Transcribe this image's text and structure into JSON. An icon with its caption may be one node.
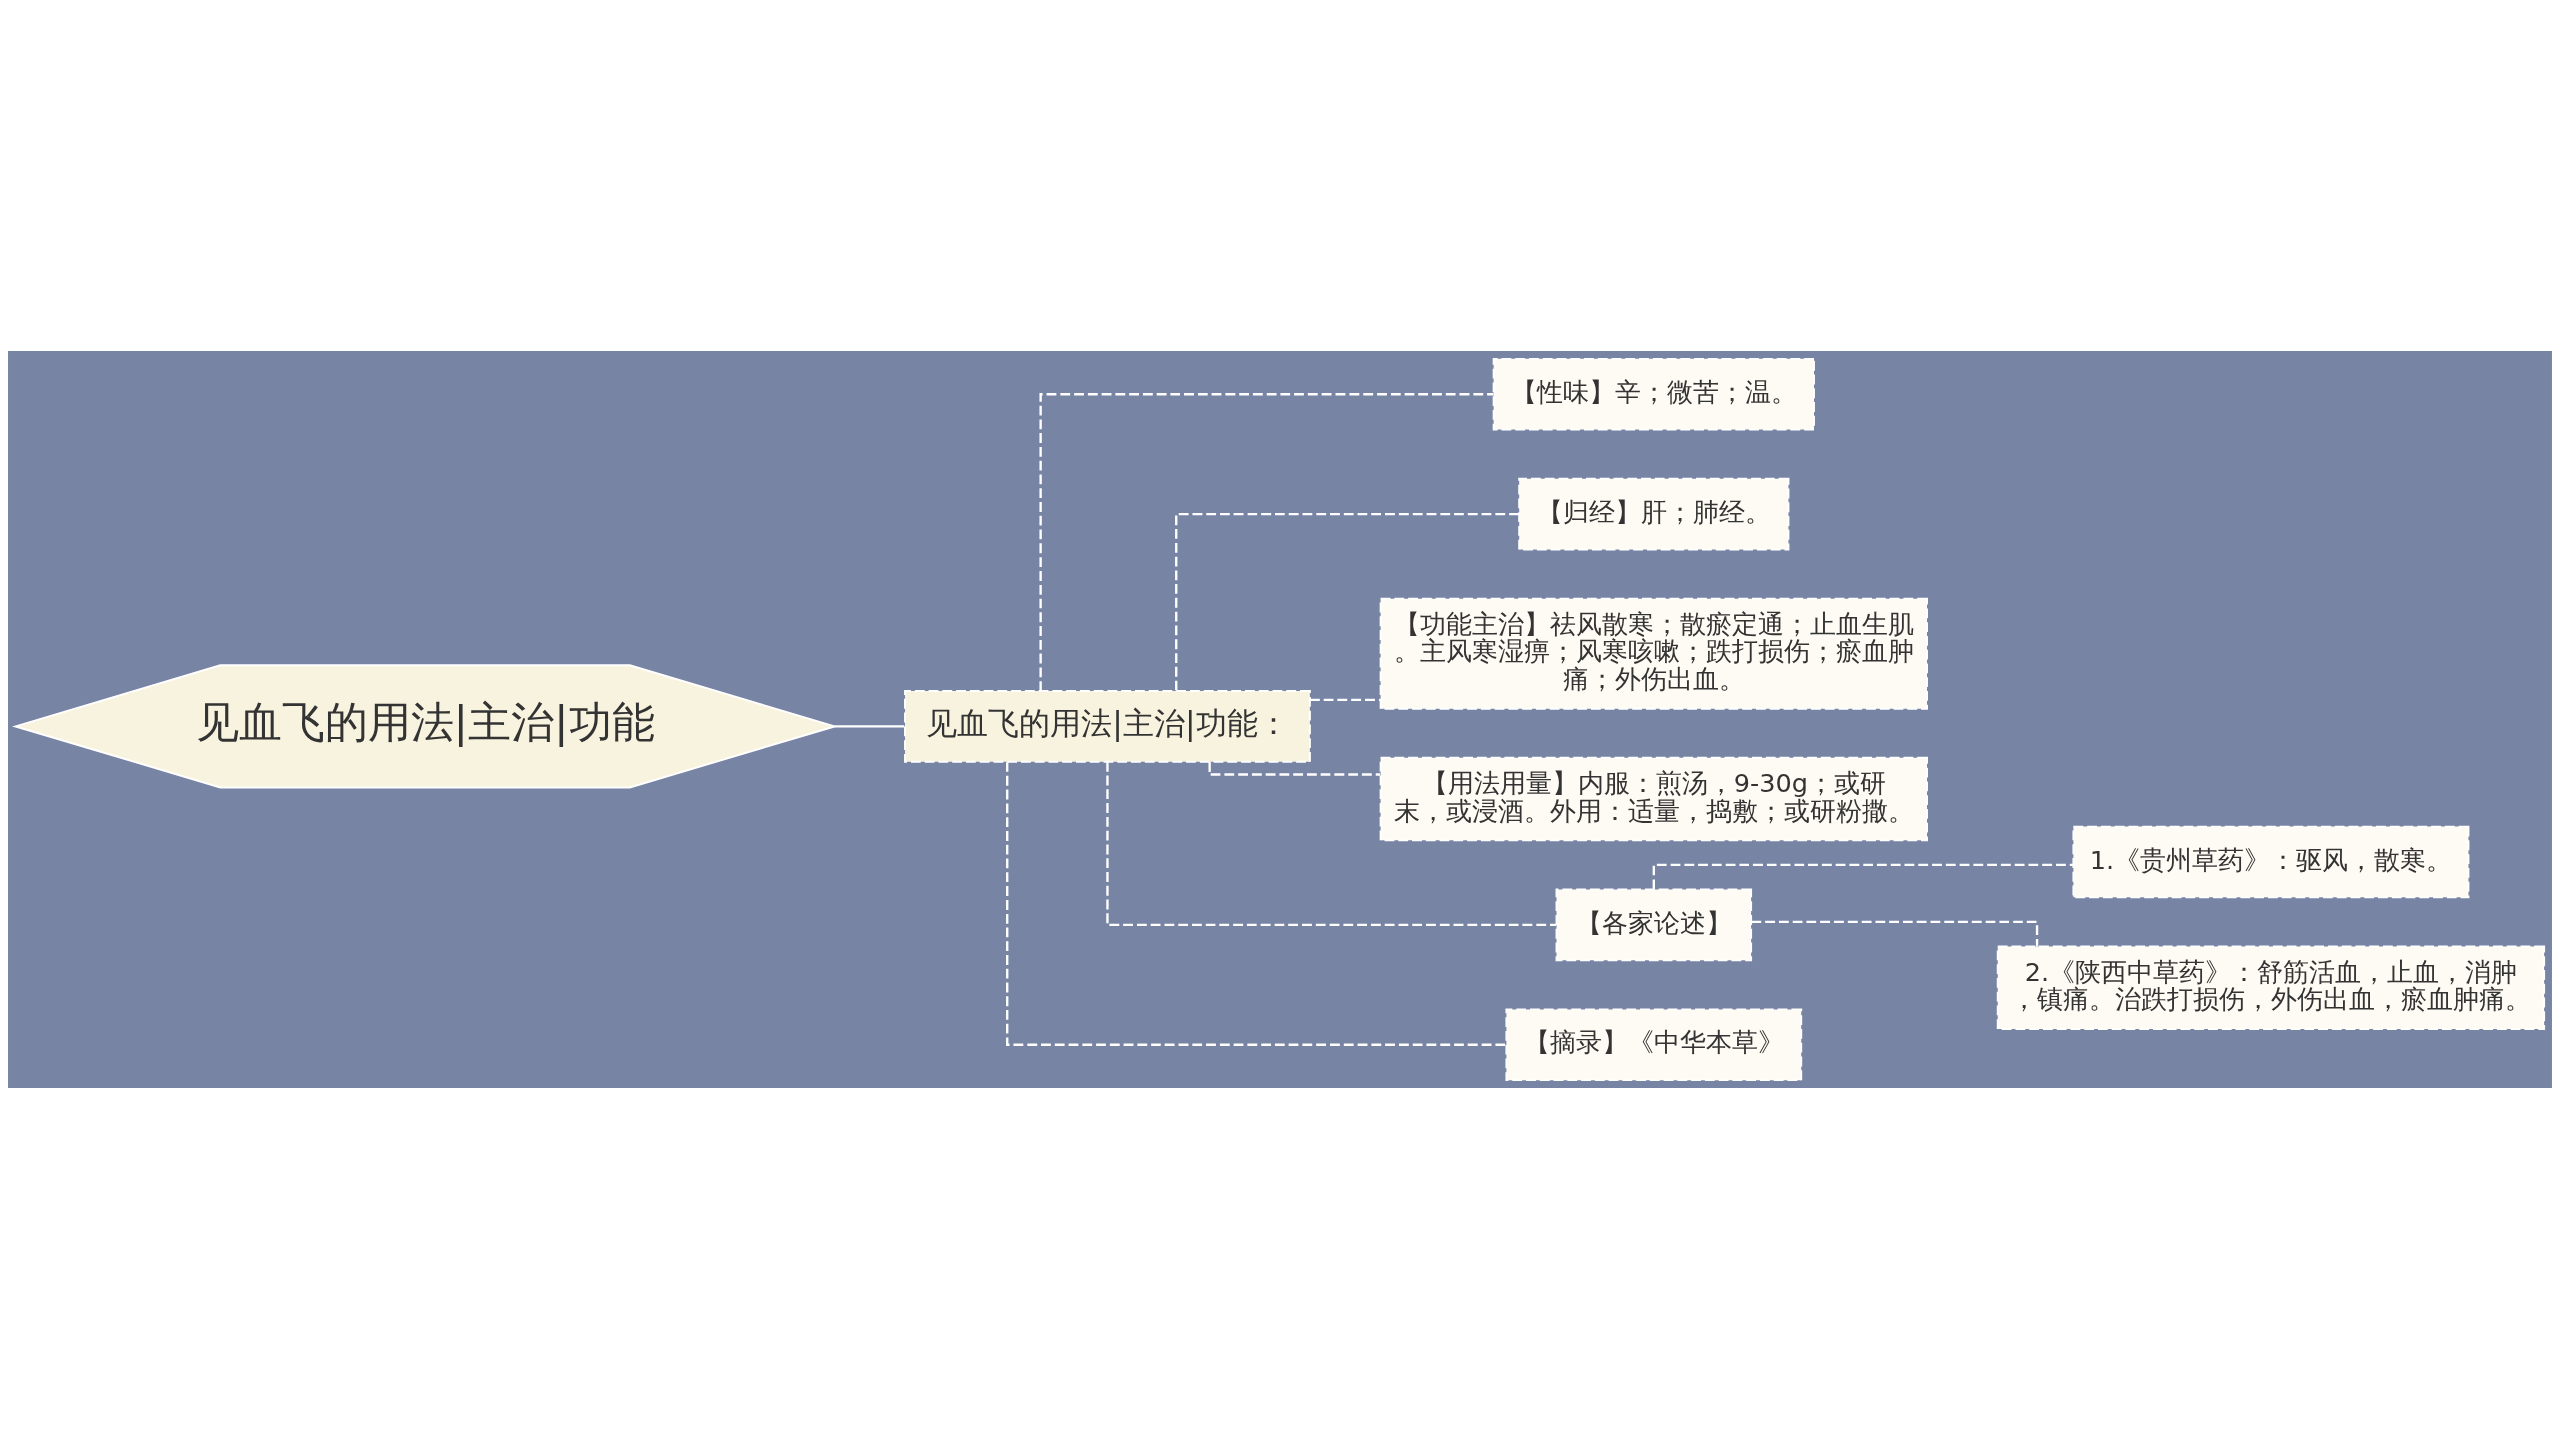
{
  "diagram": {
    "nodes": [
      {
        "text": [
          "见血飞的用法|主治|功能"
        ]
      },
      {
        "text": [
          "见血飞的用法|主治|功能："
        ]
      },
      {
        "text": [
          "【性味】辛；微苦；温。"
        ]
      },
      {
        "text": [
          "【归经】肝；肺经。"
        ]
      },
      {
        "text": [
          "【功能主治】祛风散寒；散瘀定通；止血生肌。主风寒湿痹；风寒咳嗽；跌打损伤；瘀血肿痛；外伤出血。"
        ]
      },
      {
        "text": [
          "【用法用量】内服：煎汤，9-30g；或研末，或浸酒。外用：适量，捣敷；或研粉撒。"
        ]
      },
      {
        "text": [
          "【各家论述】"
        ]
      },
      {
        "text": [
          "1.《贵州草药》：驱风，散寒。"
        ]
      },
      {
        "text": [
          "2.《陕西中草药》：舒筋活血，止血，消肿，镇痛。治跌打损伤，外伤出血，瘀血肿痛。"
        ]
      },
      {
        "text": [
          "【摘录】《中华本草》"
        ]
      }
    ],
    "edges": [
      {
        "from": 0,
        "to": 1,
        "arrow": "none"
      },
      {
        "from": 1,
        "to": 2,
        "arrow": "none",
        "style": "dashed"
      },
      {
        "from": 1,
        "to": 3,
        "arrow": "none",
        "style": "dashed"
      },
      {
        "from": 1,
        "to": 4,
        "arrow": "none",
        "style": "dashed"
      },
      {
        "from": 1,
        "to": 5,
        "arrow": "none",
        "style": "dashed"
      },
      {
        "from": 1,
        "to": 6,
        "arrow": "none",
        "style": "dashed"
      },
      {
        "from": 6,
        "to": 7,
        "arrow": "none",
        "style": "dashed"
      },
      {
        "from": 6,
        "to": 8,
        "arrow": "none",
        "style": "dashed"
      },
      {
        "from": 1,
        "to": 9,
        "arrow": "none",
        "style": "dashed"
      }
    ]
  }
}
